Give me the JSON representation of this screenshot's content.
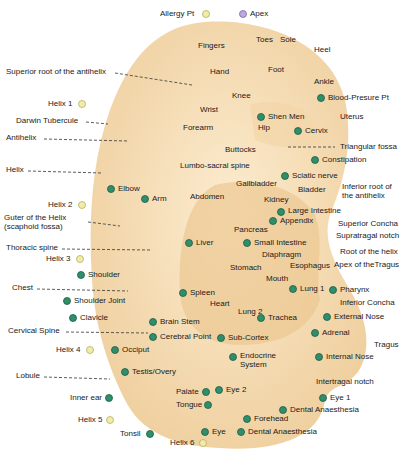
{
  "diagram": {
    "labels": [
      "Allergy Pt",
      "Apex",
      "Fingers",
      "Toes",
      "Sole",
      "Heel",
      "Superior root of the antihelix",
      "Hand",
      "Foot",
      "Ankle",
      "Knee",
      "Blood-Presure Pt",
      "Helix 1",
      "Wrist",
      "Shen Men",
      "Uterus",
      "Darwin Tubercule",
      "Forearm",
      "Hip",
      "Cervix",
      "Antihelix",
      "Triangular fossa",
      "Buttocks",
      "Constipation",
      "Helix",
      "Lumbo-sacral spine",
      "Sciatic nerve",
      "Elbow",
      "Arm",
      "Abdomen",
      "Gallbladder",
      "Kidney",
      "Bladder",
      "Helix 2",
      "Large Intestine",
      "Inferior root of the antihelix",
      "Appendix",
      "Superior Concha",
      "Guter of the Helix (scaphoid fossa)",
      "Supratragal notch",
      "Pancreas",
      "Small Intestine",
      "Liver",
      "Thoracic spine",
      "Diaphragm",
      "Root of the helix",
      "Esophagus",
      "Stomach",
      "Apex of theTragus",
      "Helix 3",
      "Shoulder",
      "Mouth",
      "Lung 1",
      "Pharynx",
      "Inferior Concha",
      "Chest",
      "Heart",
      "Lung 2",
      "Trachea",
      "External Nose",
      "Shoulder Joint",
      "Spleen",
      "Adrenal",
      "Tragus",
      "Cervical Spine",
      "Clavicle",
      "Brain Stem",
      "Cerebral Point",
      "Sub-Cortex",
      "Internal Nose",
      "Helix 4",
      "Occiput",
      "Endocrine System",
      "Testis/Overy",
      "Lobule",
      "Intertragal notch",
      "Palate",
      "Eye 2",
      "Eye 1",
      "Inner ear",
      "Tongue",
      "Dental Anaesthesia",
      "Forehead",
      "Helix 5",
      "Eye",
      "Dental Anaesthesia",
      "Tonsil",
      "Helix 6"
    ]
  }
}
